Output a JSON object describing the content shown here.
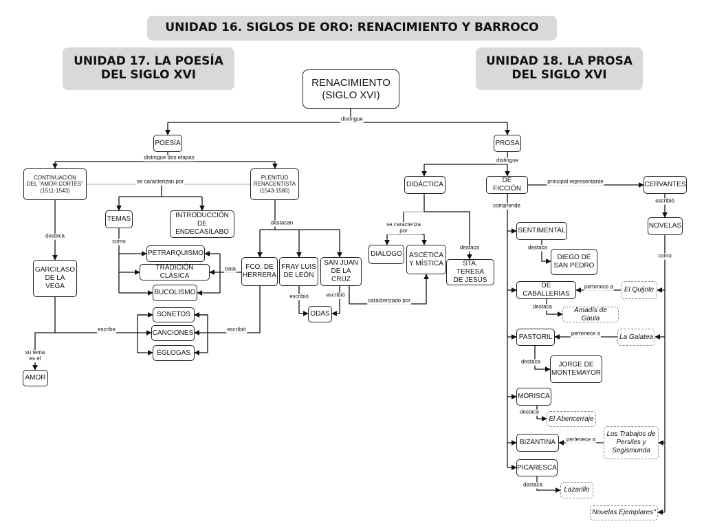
{
  "banners": {
    "main": "UNIDAD 16. SIGLOS DE ORO: RENACIMIENTO Y BARROCO",
    "poesia": "UNIDAD 17. LA POESÍA\nDEL SIGLO XVI",
    "prosa": "UNIDAD 18. LA PROSA\nDEL SIGLO XVI"
  },
  "nodes": {
    "renacimiento": "RENACIMIENTO\n(SIGLO XVI)",
    "poesia": "POESÍA",
    "prosa": "PROSA",
    "continuacion": "CONTINUACIÓN\nDEL \"AMOR CORTÉS\"\n(1511-1543)",
    "plenitud": "PLENITUD\nRENACENTISTA\n(1543-1580)",
    "temas": "TEMAS",
    "endecasilabo": "INTRODUCCIÓN\nDE ENDECASÍLABO",
    "petrarquismo": "PETRARQUISMO",
    "tradicion": "TRADICIÓN CLÁSICA",
    "bucolismo": "BUCOLISMO",
    "sonetos": "SONETOS",
    "canciones": "CANCIONES",
    "eglogas": "ÉGLOGAS",
    "garcilaso": "GARCILASO\nDE LA\nVEGA",
    "amor": "AMOR",
    "herrera": "FCO. DE\nHERRERA",
    "fray_luis": "FRAY LUIS\nDE LEÓN",
    "san_juan": "SAN JUAN\nDE LA CRUZ",
    "odas": "ODAS",
    "didactica": "DIDÁCTICA",
    "dialogo": "DIÁLOGO",
    "ascetica": "ASCÉTICA\nY MÍSTICA",
    "sta_teresa": "STA. TERESA\nDE JESÚS",
    "ficcion": "DE FICCIÓN",
    "cervantes": "CERVANTES",
    "novelas": "NOVELAS",
    "sentimental": "SENTIMENTAL",
    "diego": "DIEGO DE\nSAN PEDRO",
    "caballerias": "DE CABALLERÍAS",
    "quijote": "El Quijote",
    "amadis": "Amadís de Gaula",
    "pastoril": "PASTORIL",
    "galatea": "La Galatea",
    "jorge": "JORGE DE\nMONTEMAYOR",
    "morisca": "MORISCA",
    "abencerraje": "El Abencerraje",
    "bizantina": "BIZANTINA",
    "persiles": "Los Trabajos de\nPersiles y\nSegismunda",
    "picaresca": "PICARESCA",
    "lazarillo": "Lazarillo",
    "ejemplares": "Novelas Ejemplares\""
  },
  "links": {
    "distingue": "distingue",
    "distingue_etapas": "distingue dos etapas",
    "caracterizan": "se caracterizan por",
    "como_temas": "como",
    "destaca_garcilaso": "destaca",
    "destacan": "destacan",
    "trata": "trata",
    "escribe": "escribe",
    "escribio_herrera": "escribió",
    "escribio_fray": "escribió",
    "escribio_sanjuan": "escribió",
    "su_tema": "su tema\nes el",
    "distingue_prosa": "distingue",
    "caracteriza": "se caracteriza\npor",
    "destaca_teresa": "destaca",
    "caracterizado": "caracterizado por",
    "comprende": "comprende",
    "principal": "principal representante",
    "escribio_cervantes": "escribió",
    "como_novelas": "como",
    "destaca_diego": "destaca",
    "pertenece_quijote": "pertenece a",
    "destaca_amadis": "destaca",
    "pertenece_galatea": "pertenece a",
    "destaca_jorge": "destaca",
    "destaca_abencerraje": "destaca",
    "pertenece_persiles": "pertenece a",
    "destaca_lazarillo": "destaca"
  }
}
